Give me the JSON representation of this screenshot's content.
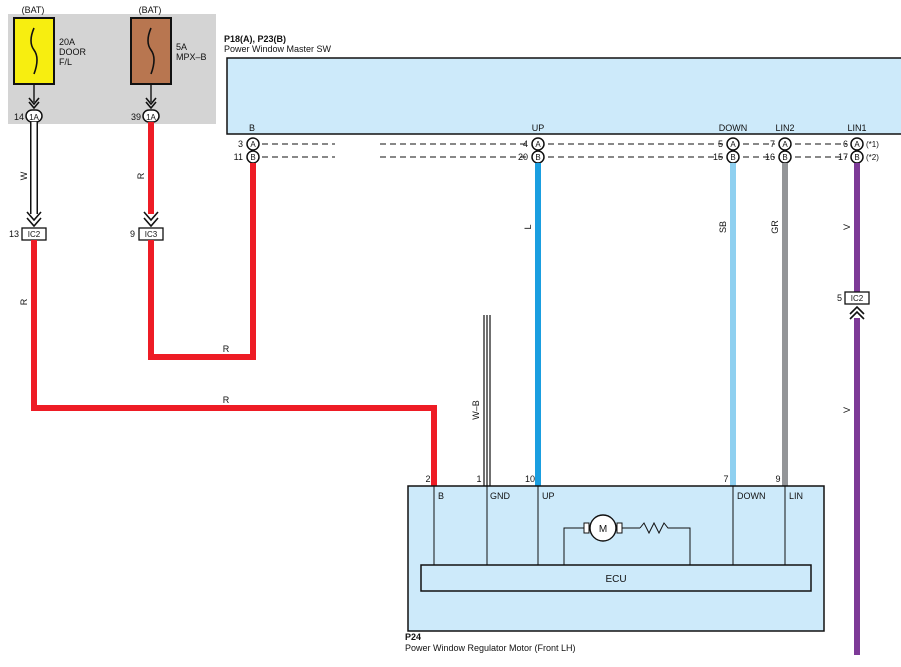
{
  "colors": {
    "fuse_box_bg": "#d4d4d4",
    "fuse_door": "#f7ee10",
    "fuse_mpx": "#b87650",
    "component_fill": "#cdeafa",
    "wire_red": "#ee1c25",
    "wire_blue": "#1a9ee0",
    "wire_sky": "#8fd0f0",
    "wire_gray": "#939598",
    "wire_violet": "#7d3a97",
    "wire_white": "#ffffff"
  },
  "fuses": [
    {
      "supply": "(BAT)",
      "amps": "20A",
      "name_line1": "DOOR",
      "name_line2": "F/L",
      "pin": "14",
      "connector": "1A"
    },
    {
      "supply": "(BAT)",
      "amps": "5A",
      "name_line1": "MPX–B",
      "name_line2": "",
      "pin": "39",
      "connector": "1A"
    }
  ],
  "master_switch": {
    "codes": "P18(A), P23(B)",
    "name": "Power Window Master SW",
    "terminals": [
      {
        "label": "B",
        "pin_a": "3",
        "pin_b": "11",
        "conn_a": "A",
        "conn_b": "B"
      },
      {
        "label": "UP",
        "pin_a": "4",
        "pin_b": "20",
        "conn_a": "A",
        "conn_b": "B"
      },
      {
        "label": "DOWN",
        "pin_a": "5",
        "pin_b": "15",
        "conn_a": "A",
        "conn_b": "B"
      },
      {
        "label": "LIN2",
        "pin_a": "7",
        "pin_b": "16",
        "conn_a": "A",
        "conn_b": "B"
      },
      {
        "label": "LIN1",
        "pin_a": "6",
        "pin_b": "17",
        "conn_a": "A",
        "conn_b": "B"
      }
    ],
    "notes": [
      "(*1)",
      "(*2)"
    ]
  },
  "connectors": [
    {
      "pin": "13",
      "label": "IC2"
    },
    {
      "pin": "9",
      "label": "IC3"
    },
    {
      "pin": "5",
      "label": "IC2"
    }
  ],
  "wire_labels": {
    "w": "W",
    "r1": "R",
    "r2": "R",
    "r_h1": "R",
    "r_h2": "R",
    "l": "L",
    "sb": "SB",
    "gr": "GR",
    "v1": "V",
    "v2": "V",
    "wb": "W–B"
  },
  "motor": {
    "code": "P24",
    "name": "Power Window Regulator Motor (Front LH)",
    "terminals": [
      {
        "pin": "2",
        "label": "B"
      },
      {
        "pin": "1",
        "label": "GND"
      },
      {
        "pin": "10",
        "label": "UP"
      },
      {
        "pin": "7",
        "label": "DOWN"
      },
      {
        "pin": "9",
        "label": "LIN"
      }
    ],
    "ecu_label": "ECU",
    "motor_symbol": "M"
  }
}
